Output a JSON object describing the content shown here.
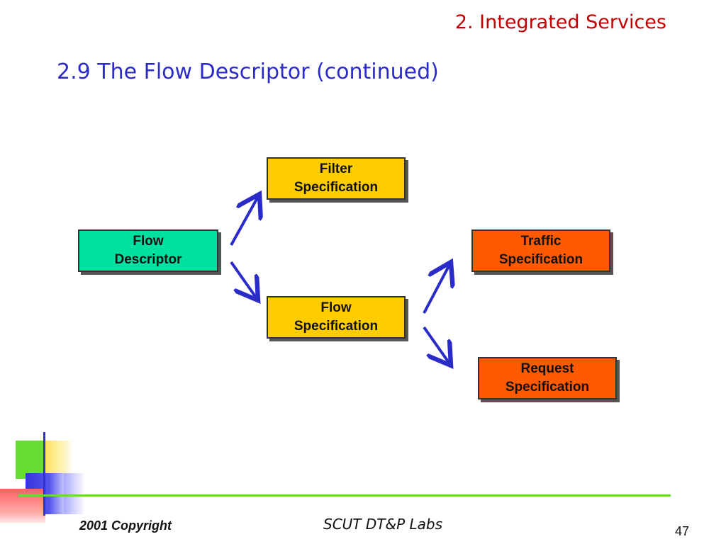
{
  "header": {
    "section": "2. Integrated Services",
    "title": "2.9  The Flow Descriptor (continued)"
  },
  "diagram": {
    "nodes": {
      "flow_descriptor": {
        "label": "Flow\nDescriptor",
        "color": "#00e0a0"
      },
      "filter_spec": {
        "label": "Filter\nSpecification",
        "color": "#ffcc00"
      },
      "flow_spec": {
        "label": "Flow\nSpecification",
        "color": "#ffcc00"
      },
      "traffic_spec": {
        "label": "Traffic\nSpecification",
        "color": "#ff5a00"
      },
      "request_spec": {
        "label": "Request\nSpecification",
        "color": "#ff5a00"
      }
    },
    "arrow_color": "#2b2bc8"
  },
  "footer": {
    "copyright": "2001 Copyright",
    "lab": "SCUT DT&P Labs",
    "page": "47"
  }
}
